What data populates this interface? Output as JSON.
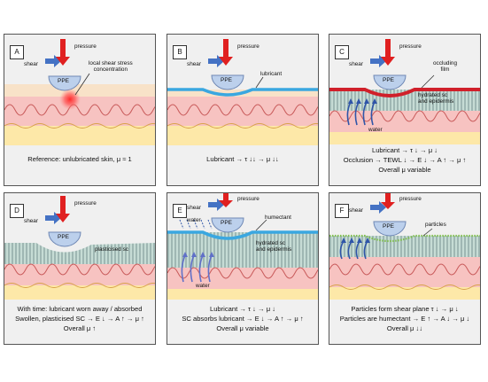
{
  "common": {
    "pressure": "pressure",
    "shear": "shear",
    "ppe": "PPE"
  },
  "panels": [
    {
      "id": "A",
      "labels": {
        "stress": "local shear stress\nconcentration"
      },
      "caption": [
        "Reference: unlubricated skin, μ ≈ 1"
      ]
    },
    {
      "id": "B",
      "labels": {
        "lubricant": "lubricant"
      },
      "caption": [
        "Lubricant → τ ↓↓ → μ ↓↓"
      ]
    },
    {
      "id": "C",
      "labels": {
        "film": "occluding\nfilm",
        "hydrated": "hydrated sc\nand epidermis",
        "water": "water"
      },
      "caption": [
        "Lubricant → τ ↓ → μ ↓",
        "Occlusion → TEWL ↓ → E ↓ → A ↑ → μ ↑",
        "Overall μ variable"
      ]
    },
    {
      "id": "D",
      "labels": {
        "plasticised": "plasticised sc"
      },
      "caption": [
        "With time: lubricant worn away / absorbed",
        "Swollen, plasticised SC → E ↓ → A ↑ → μ ↑",
        "Overall μ ↑"
      ]
    },
    {
      "id": "E",
      "labels": {
        "humectant": "humectant",
        "hydrated": "hydrated sc\nand epidermis",
        "water_top": "water",
        "water_bottom": "water"
      },
      "caption": [
        "Lubricant → τ ↓ → μ ↓",
        "SC absorbs lubricant → E ↓ → A ↑ → μ ↑",
        "Overall μ variable"
      ]
    },
    {
      "id": "F",
      "labels": {
        "particles": "particles"
      },
      "caption": [
        "Particles form shear plane τ ↓ → μ ↓",
        "Particles are humectant → E ↑ → A ↓ → μ ↓",
        "Overall μ ↓↓"
      ]
    }
  ]
}
